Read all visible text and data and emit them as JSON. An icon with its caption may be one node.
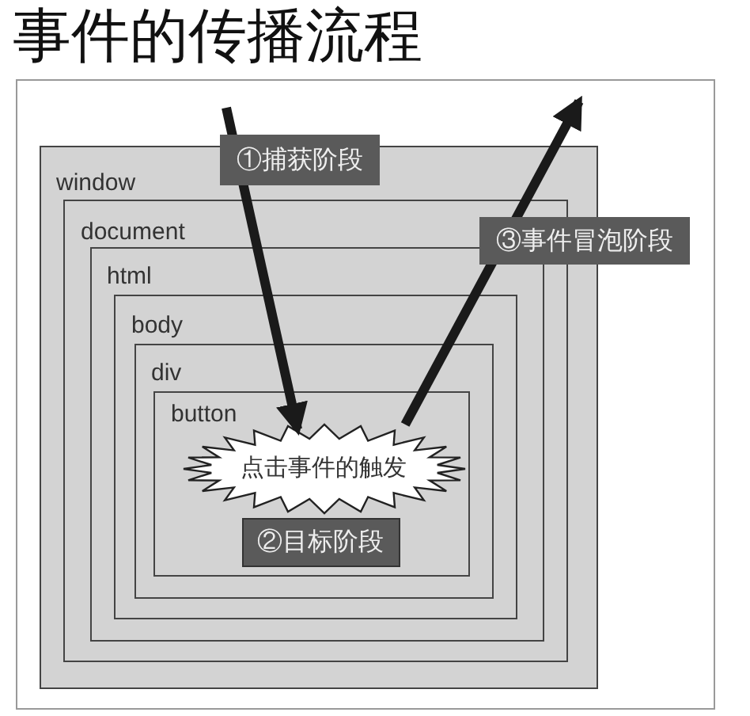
{
  "diagram": {
    "title": "事件的传播流程",
    "nodes": [
      {
        "text": [],
        "shape": "box"
      },
      {
        "text": [
          "window"
        ],
        "in": 0
      },
      {
        "text": [
          "document"
        ],
        "in": 1
      },
      {
        "text": [
          "html"
        ],
        "in": 2
      },
      {
        "text": [
          "body"
        ],
        "in": 3
      },
      {
        "text": [
          "div"
        ],
        "in": 4
      },
      {
        "text": [
          "button"
        ],
        "in": 5
      },
      {
        "text": [
          "点击事件的触发"
        ],
        "in": 6
      },
      {
        "text": [
          "②目标阶段"
        ],
        "in": 6
      }
    ],
    "edges": [
      {
        "from": null,
        "to": 7,
        "arrow": "to",
        "label": "①捕获阶段"
      },
      {
        "from": 7,
        "to": null,
        "arrow": "to",
        "label": "③事件冒泡阶段"
      }
    ]
  }
}
